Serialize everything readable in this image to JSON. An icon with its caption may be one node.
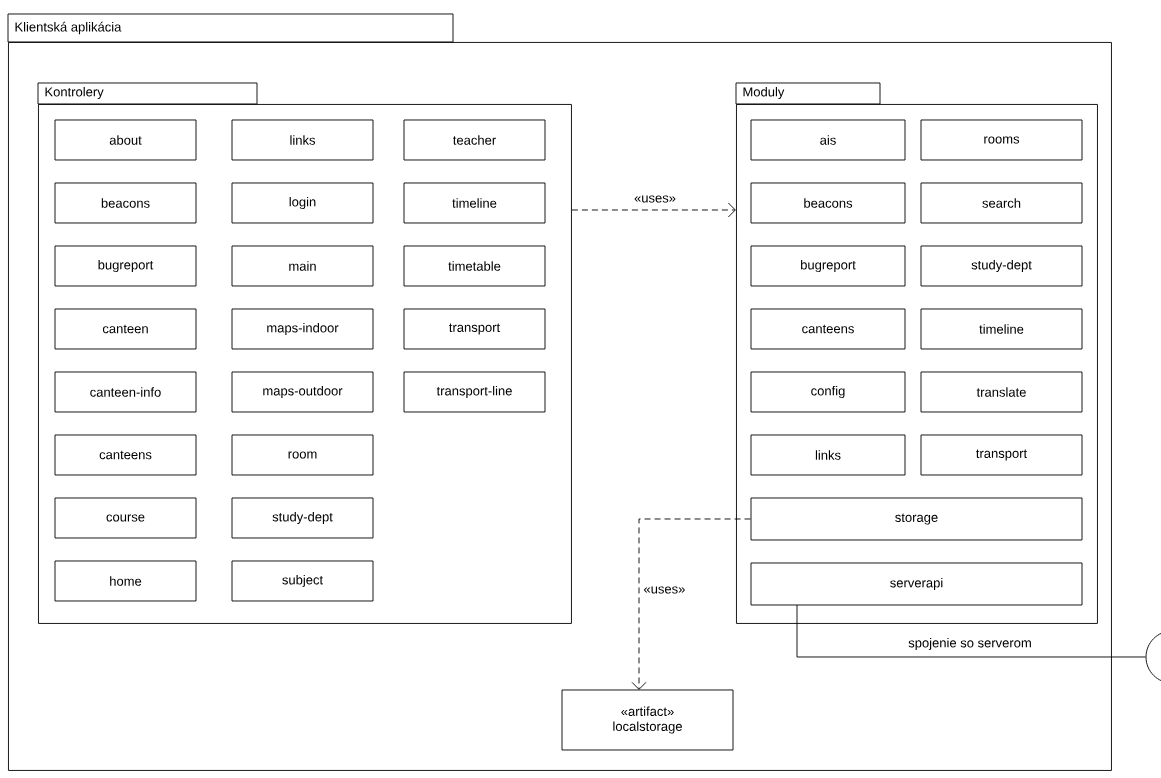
{
  "diagram": {
    "nodes": [
      {
        "text": [
          "Klientská aplikácia"
        ]
      },
      {
        "text": [
          "Kontrolery"
        ],
        "in": 0
      },
      {
        "text": [
          "about"
        ],
        "in": 1
      },
      {
        "text": [
          "beacons"
        ],
        "in": 1
      },
      {
        "text": [
          "bugreport"
        ],
        "in": 1
      },
      {
        "text": [
          "canteen"
        ],
        "in": 1
      },
      {
        "text": [
          "canteen-info"
        ],
        "in": 1
      },
      {
        "text": [
          "canteens"
        ],
        "in": 1
      },
      {
        "text": [
          "course"
        ],
        "in": 1
      },
      {
        "text": [
          "home"
        ],
        "in": 1
      },
      {
        "text": [
          "links"
        ],
        "in": 1
      },
      {
        "text": [
          "login"
        ],
        "in": 1
      },
      {
        "text": [
          "main"
        ],
        "in": 1
      },
      {
        "text": [
          "maps-indoor"
        ],
        "in": 1
      },
      {
        "text": [
          "maps-outdoor"
        ],
        "in": 1
      },
      {
        "text": [
          "room"
        ],
        "in": 1
      },
      {
        "text": [
          "study-dept"
        ],
        "in": 1
      },
      {
        "text": [
          "subject"
        ],
        "in": 1
      },
      {
        "text": [
          "teacher"
        ],
        "in": 1
      },
      {
        "text": [
          "timeline"
        ],
        "in": 1
      },
      {
        "text": [
          "timetable"
        ],
        "in": 1
      },
      {
        "text": [
          "transport"
        ],
        "in": 1
      },
      {
        "text": [
          "transport-line"
        ],
        "in": 1
      },
      {
        "text": [
          "Moduly"
        ],
        "in": 0
      },
      {
        "text": [
          "ais"
        ],
        "in": 23
      },
      {
        "text": [
          "beacons"
        ],
        "in": 23
      },
      {
        "text": [
          "bugreport"
        ],
        "in": 23
      },
      {
        "text": [
          "canteens"
        ],
        "in": 23
      },
      {
        "text": [
          "config"
        ],
        "in": 23
      },
      {
        "text": [
          "links"
        ],
        "in": 23
      },
      {
        "text": [
          "rooms"
        ],
        "in": 23
      },
      {
        "text": [
          "search"
        ],
        "in": 23
      },
      {
        "text": [
          "study-dept"
        ],
        "in": 23
      },
      {
        "text": [
          "timeline"
        ],
        "in": 23
      },
      {
        "text": [
          "translate"
        ],
        "in": 23
      },
      {
        "text": [
          "transport"
        ],
        "in": 23
      },
      {
        "text": [
          "storage"
        ],
        "in": 23
      },
      {
        "text": [
          "serverapi"
        ],
        "in": 23
      },
      {
        "text": [
          "«artifact»",
          "localstorage"
        ],
        "in": 0
      },
      {
        "text": [],
        "shape": "circle"
      }
    ],
    "edges": [
      {
        "from": 1,
        "to": 23,
        "arrow": "to",
        "style": "dashed",
        "label": "«uses»"
      },
      {
        "from": 36,
        "to": 38,
        "arrow": "to",
        "style": "dashed",
        "label": "«uses»"
      },
      {
        "from": 37,
        "to": 39,
        "arrow": "none",
        "label": "spojenie so serverom"
      }
    ]
  }
}
